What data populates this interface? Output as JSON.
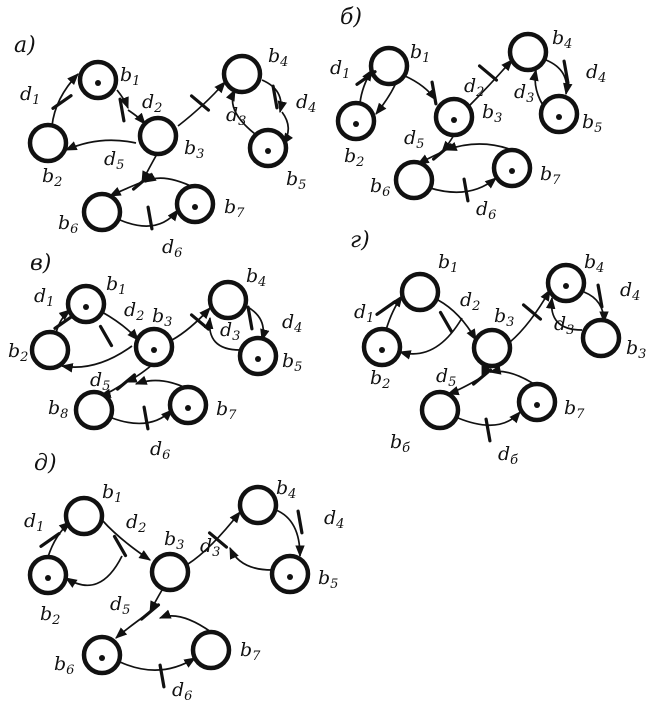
{
  "colors": {
    "ink": "#111111",
    "paper": "#ffffff"
  },
  "panels": [
    {
      "label": "а)",
      "places": [
        {
          "letter": "b",
          "index": "1",
          "token": true
        },
        {
          "letter": "b",
          "index": "2",
          "token": false
        },
        {
          "letter": "b",
          "index": "3",
          "token": false
        },
        {
          "letter": "b",
          "index": "4",
          "token": false
        },
        {
          "letter": "b",
          "index": "5",
          "token": true
        },
        {
          "letter": "b",
          "index": "6",
          "token": false
        },
        {
          "letter": "b",
          "index": "7",
          "token": true
        }
      ],
      "transitions": [
        {
          "letter": "d",
          "index": "1"
        },
        {
          "letter": "d",
          "index": "2"
        },
        {
          "letter": "d",
          "index": "3"
        },
        {
          "letter": "d",
          "index": "4"
        },
        {
          "letter": "d",
          "index": "5"
        },
        {
          "letter": "d",
          "index": "6"
        }
      ]
    },
    {
      "label": "б)",
      "places": [
        {
          "letter": "b",
          "index": "1",
          "token": false
        },
        {
          "letter": "b",
          "index": "2",
          "token": true
        },
        {
          "letter": "b",
          "index": "3",
          "token": true
        },
        {
          "letter": "b",
          "index": "4",
          "token": false
        },
        {
          "letter": "b",
          "index": "5",
          "token": true
        },
        {
          "letter": "b",
          "index": "6",
          "token": false
        },
        {
          "letter": "b",
          "index": "7",
          "token": true
        }
      ],
      "transitions": [
        {
          "letter": "d",
          "index": "1"
        },
        {
          "letter": "d",
          "index": "2"
        },
        {
          "letter": "d",
          "index": "3"
        },
        {
          "letter": "d",
          "index": "4"
        },
        {
          "letter": "d",
          "index": "5"
        },
        {
          "letter": "d",
          "index": "6"
        }
      ]
    },
    {
      "label": "в)",
      "places": [
        {
          "letter": "b",
          "index": "1",
          "token": true
        },
        {
          "letter": "b",
          "index": "2",
          "token": false
        },
        {
          "letter": "b",
          "index": "3",
          "token": true
        },
        {
          "letter": "b",
          "index": "4",
          "token": false
        },
        {
          "letter": "b",
          "index": "5",
          "token": true
        },
        {
          "letter": "b",
          "index": "8",
          "token": false
        },
        {
          "letter": "b",
          "index": "7",
          "token": true
        }
      ],
      "transitions": [
        {
          "letter": "d",
          "index": "1"
        },
        {
          "letter": "d",
          "index": "2"
        },
        {
          "letter": "d",
          "index": "3"
        },
        {
          "letter": "d",
          "index": "4"
        },
        {
          "letter": "d",
          "index": "5"
        },
        {
          "letter": "d",
          "index": "6"
        }
      ]
    },
    {
      "label": "г)",
      "places": [
        {
          "letter": "b",
          "index": "1",
          "token": false
        },
        {
          "letter": "b",
          "index": "2",
          "token": true
        },
        {
          "letter": "b",
          "index": "3",
          "token": false
        },
        {
          "letter": "b",
          "index": "4",
          "token": true
        },
        {
          "letter": "b",
          "index": "3",
          "token": false
        },
        {
          "letter": "b",
          "index": "б",
          "token": false
        },
        {
          "letter": "b",
          "index": "7",
          "token": true
        }
      ],
      "transitions": [
        {
          "letter": "d",
          "index": "1"
        },
        {
          "letter": "d",
          "index": "2"
        },
        {
          "letter": "d",
          "index": "3"
        },
        {
          "letter": "d",
          "index": "4"
        },
        {
          "letter": "d",
          "index": "5"
        },
        {
          "letter": "d",
          "index": "б"
        }
      ]
    },
    {
      "label": "д)",
      "places": [
        {
          "letter": "b",
          "index": "1",
          "token": false
        },
        {
          "letter": "b",
          "index": "2",
          "token": true
        },
        {
          "letter": "b",
          "index": "3",
          "token": false
        },
        {
          "letter": "b",
          "index": "4",
          "token": false
        },
        {
          "letter": "b",
          "index": "5",
          "token": true
        },
        {
          "letter": "b",
          "index": "6",
          "token": true
        },
        {
          "letter": "b",
          "index": "7",
          "token": false
        }
      ],
      "transitions": [
        {
          "letter": "d",
          "index": "1"
        },
        {
          "letter": "d",
          "index": "2"
        },
        {
          "letter": "d",
          "index": "3"
        },
        {
          "letter": "d",
          "index": "4"
        },
        {
          "letter": "d",
          "index": "5"
        },
        {
          "letter": "d",
          "index": "6"
        }
      ]
    }
  ]
}
